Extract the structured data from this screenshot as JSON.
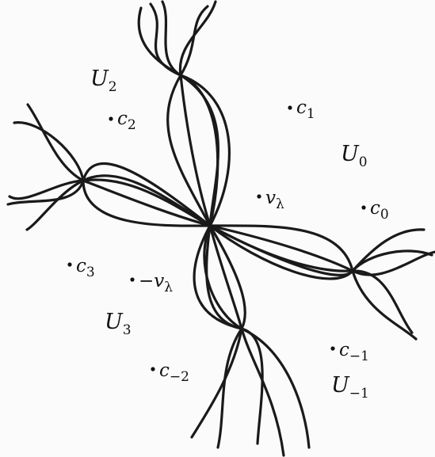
{
  "regions": {
    "U0": {
      "base": "U",
      "sub": "0"
    },
    "U2": {
      "base": "U",
      "sub": "2"
    },
    "U3": {
      "base": "U",
      "sub": "3"
    },
    "Um1": {
      "base": "U",
      "sub": "−1"
    }
  },
  "points": {
    "c1": {
      "base": "c",
      "sub": "1"
    },
    "c2": {
      "base": "c",
      "sub": "2"
    },
    "c0": {
      "base": "c",
      "sub": "0"
    },
    "c3": {
      "base": "c",
      "sub": "3"
    },
    "cm1": {
      "base": "c",
      "sub": "−1"
    },
    "cm2": {
      "base": "c",
      "sub": "−2"
    },
    "v": {
      "prefix": "",
      "base": "v",
      "sub": "λ"
    },
    "mv": {
      "prefix": "−",
      "base": "v",
      "sub": "λ"
    }
  }
}
